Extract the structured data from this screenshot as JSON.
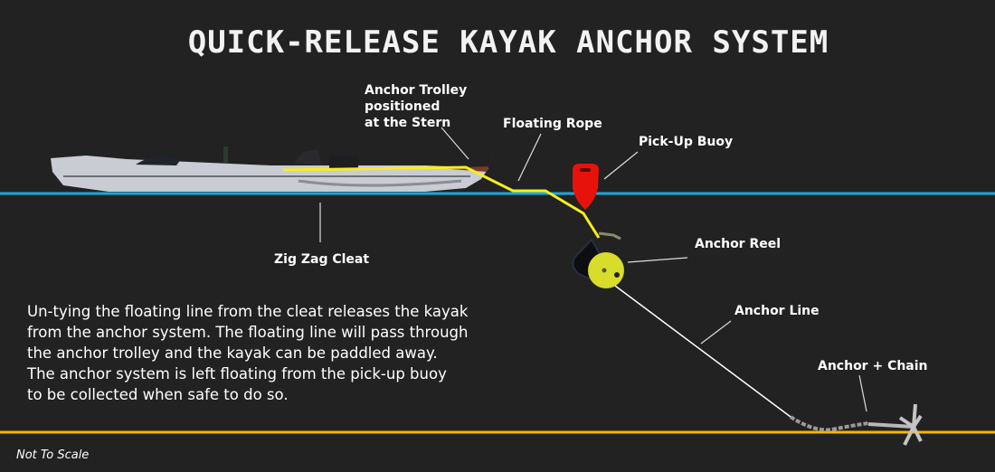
{
  "title": "QUICK-RELEASE KAYAK ANCHOR SYSTEM",
  "labels": {
    "trolley": [
      "Anchor Trolley",
      "positioned",
      "at the Stern"
    ],
    "floating_rope": "Floating Rope",
    "pickup_buoy": "Pick-Up Buoy",
    "cleat": "Zig Zag Cleat",
    "reel": "Anchor Reel",
    "anchor_line": "Anchor Line",
    "anchor_chain": "Anchor + Chain"
  },
  "description": [
    "Un-tying the floating line from the cleat releases the kayak",
    "from the anchor system. The floating line will pass through",
    "the anchor trolley and the kayak can be paddled away.",
    "The anchor system is left floating from the pick-up buoy",
    "to be collected when safe to do so."
  ],
  "footnote": "Not To Scale",
  "colors": {
    "background": "#222222",
    "water_line": "#1ba8dc",
    "seabed_line": "#f2b705",
    "rope": "#f5ee1e",
    "buoy": "#e8120c",
    "reel": "#d8dc2a"
  }
}
